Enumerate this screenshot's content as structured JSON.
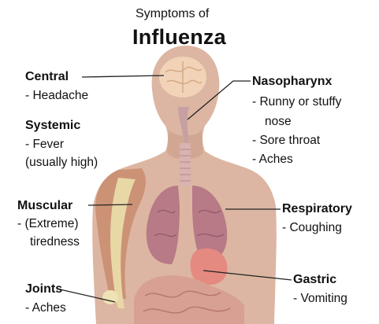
{
  "title": {
    "line1": "Symptoms of",
    "line2": "Influenza"
  },
  "labels": {
    "central": {
      "heading": "Central",
      "items": [
        "- Headache"
      ]
    },
    "systemic": {
      "heading": "Systemic",
      "items": [
        "- Fever",
        "(usually high)"
      ]
    },
    "muscular": {
      "heading": "Muscular",
      "items": [
        "- (Extreme)",
        "tiredness"
      ]
    },
    "joints": {
      "heading": "Joints",
      "items": [
        "- Aches"
      ]
    },
    "nasopharynx": {
      "heading": "Nasopharynx",
      "items": [
        "- Runny or stuffy",
        "nose",
        "- Sore throat",
        "- Aches"
      ]
    },
    "respiratory": {
      "heading": "Respiratory",
      "items": [
        "- Coughing"
      ]
    },
    "gastric": {
      "heading": "Gastric",
      "items": [
        "- Vomiting"
      ]
    }
  },
  "colors": {
    "skin": "#dcb6a2",
    "skin_dark": "#c99a86",
    "lung": "#b77a86",
    "muscle": "#c98c6e",
    "bone": "#e8d8a6",
    "brain": "#f2d3b8",
    "stomach": "#e58a80",
    "line": "#222222"
  }
}
